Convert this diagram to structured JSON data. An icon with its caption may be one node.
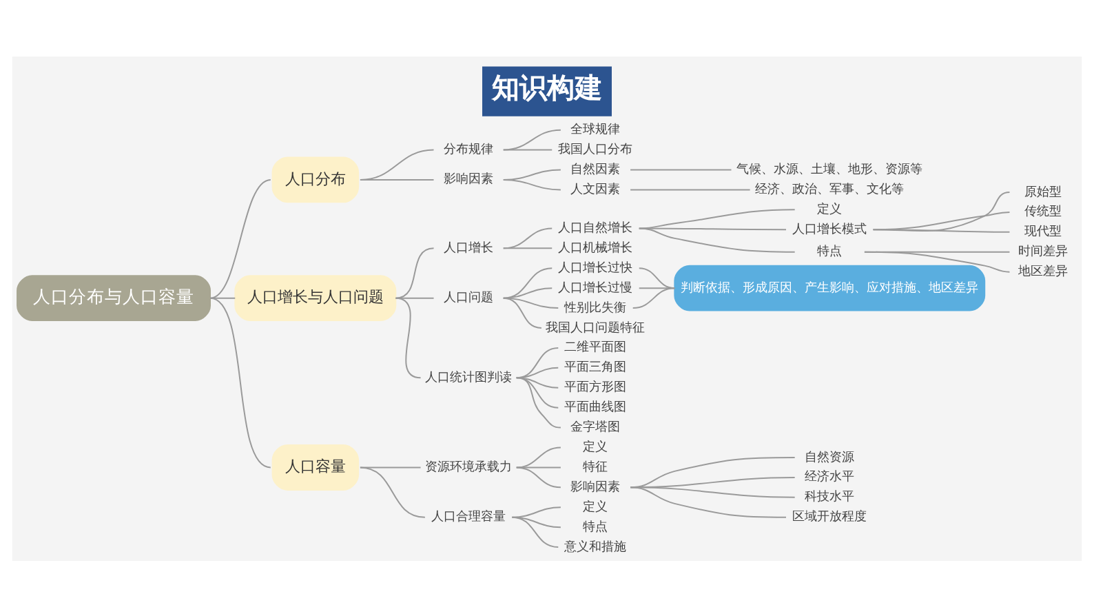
{
  "diagram": {
    "title": "知识构建",
    "nodes": [
      {
        "text": [
          "人口分布与人口容量"
        ]
      },
      {
        "text": [
          "人口分布"
        ]
      },
      {
        "text": [
          "分布规律"
        ]
      },
      {
        "text": [
          "全球规律"
        ]
      },
      {
        "text": [
          "我国人口分布"
        ]
      },
      {
        "text": [
          "影响因素"
        ]
      },
      {
        "text": [
          "自然因素"
        ]
      },
      {
        "text": [
          "气候、水源、土壤、地形、资源等"
        ]
      },
      {
        "text": [
          "人文因素"
        ]
      },
      {
        "text": [
          "经济、政治、军事、文化等"
        ]
      },
      {
        "text": [
          "人口增长与人口问题"
        ]
      },
      {
        "text": [
          "人口增长"
        ]
      },
      {
        "text": [
          "人口自然增长"
        ]
      },
      {
        "text": [
          "定义"
        ]
      },
      {
        "text": [
          "人口增长模式"
        ]
      },
      {
        "text": [
          "原始型"
        ]
      },
      {
        "text": [
          "传统型"
        ]
      },
      {
        "text": [
          "现代型"
        ]
      },
      {
        "text": [
          "特点"
        ]
      },
      {
        "text": [
          "时间差异"
        ]
      },
      {
        "text": [
          "地区差异"
        ]
      },
      {
        "text": [
          "人口机械增长"
        ]
      },
      {
        "text": [
          "人口问题"
        ]
      },
      {
        "text": [
          "人口增长过快"
        ]
      },
      {
        "text": [
          "人口增长过慢"
        ]
      },
      {
        "text": [
          "性别比失衡"
        ]
      },
      {
        "text": [
          "判断依据、形成原因、产生影响、应对措施、地区差异"
        ]
      },
      {
        "text": [
          "我国人口问题特征"
        ]
      },
      {
        "text": [
          "人口统计图判读"
        ]
      },
      {
        "text": [
          "二维平面图"
        ]
      },
      {
        "text": [
          "平面三角图"
        ]
      },
      {
        "text": [
          "平面方形图"
        ]
      },
      {
        "text": [
          "平面曲线图"
        ]
      },
      {
        "text": [
          "金字塔图"
        ]
      },
      {
        "text": [
          "人口容量"
        ]
      },
      {
        "text": [
          "资源环境承载力"
        ]
      },
      {
        "text": [
          "定义"
        ]
      },
      {
        "text": [
          "特征"
        ]
      },
      {
        "text": [
          "影响因素"
        ]
      },
      {
        "text": [
          "自然资源"
        ]
      },
      {
        "text": [
          "经济水平"
        ]
      },
      {
        "text": [
          "科技水平"
        ]
      },
      {
        "text": [
          "区域开放程度"
        ]
      },
      {
        "text": [
          "人口合理容量"
        ]
      },
      {
        "text": [
          "定义"
        ]
      },
      {
        "text": [
          "特点"
        ]
      },
      {
        "text": [
          "意义和措施"
        ]
      }
    ],
    "edges": [
      {
        "from": 0,
        "to": 1,
        "arrow": "none"
      },
      {
        "from": 1,
        "to": 2,
        "arrow": "none"
      },
      {
        "from": 2,
        "to": 3,
        "arrow": "none"
      },
      {
        "from": 2,
        "to": 4,
        "arrow": "none"
      },
      {
        "from": 1,
        "to": 5,
        "arrow": "none"
      },
      {
        "from": 5,
        "to": 6,
        "arrow": "none"
      },
      {
        "from": 6,
        "to": 7,
        "arrow": "none"
      },
      {
        "from": 5,
        "to": 8,
        "arrow": "none"
      },
      {
        "from": 8,
        "to": 9,
        "arrow": "none"
      },
      {
        "from": 0,
        "to": 10,
        "arrow": "none"
      },
      {
        "from": 10,
        "to": 11,
        "arrow": "none"
      },
      {
        "from": 11,
        "to": 12,
        "arrow": "none"
      },
      {
        "from": 12,
        "to": 13,
        "arrow": "none"
      },
      {
        "from": 12,
        "to": 14,
        "arrow": "none"
      },
      {
        "from": 14,
        "to": 15,
        "arrow": "none"
      },
      {
        "from": 14,
        "to": 16,
        "arrow": "none"
      },
      {
        "from": 14,
        "to": 17,
        "arrow": "none"
      },
      {
        "from": 12,
        "to": 18,
        "arrow": "none"
      },
      {
        "from": 18,
        "to": 19,
        "arrow": "none"
      },
      {
        "from": 18,
        "to": 20,
        "arrow": "none"
      },
      {
        "from": 11,
        "to": 21,
        "arrow": "none"
      },
      {
        "from": 10,
        "to": 22,
        "arrow": "none"
      },
      {
        "from": 22,
        "to": 23,
        "arrow": "none"
      },
      {
        "from": 22,
        "to": 24,
        "arrow": "none"
      },
      {
        "from": 22,
        "to": 25,
        "arrow": "none"
      },
      {
        "from": 23,
        "to": 26,
        "arrow": "none"
      },
      {
        "from": 24,
        "to": 26,
        "arrow": "none"
      },
      {
        "from": 25,
        "to": 26,
        "arrow": "none"
      },
      {
        "from": 22,
        "to": 27,
        "arrow": "none"
      },
      {
        "from": 10,
        "to": 28,
        "arrow": "none"
      },
      {
        "from": 28,
        "to": 29,
        "arrow": "none"
      },
      {
        "from": 28,
        "to": 30,
        "arrow": "none"
      },
      {
        "from": 28,
        "to": 31,
        "arrow": "none"
      },
      {
        "from": 28,
        "to": 32,
        "arrow": "none"
      },
      {
        "from": 28,
        "to": 33,
        "arrow": "none"
      },
      {
        "from": 0,
        "to": 34,
        "arrow": "none"
      },
      {
        "from": 34,
        "to": 35,
        "arrow": "none"
      },
      {
        "from": 35,
        "to": 36,
        "arrow": "none"
      },
      {
        "from": 35,
        "to": 37,
        "arrow": "none"
      },
      {
        "from": 35,
        "to": 38,
        "arrow": "none"
      },
      {
        "from": 38,
        "to": 39,
        "arrow": "none"
      },
      {
        "from": 38,
        "to": 40,
        "arrow": "none"
      },
      {
        "from": 38,
        "to": 41,
        "arrow": "none"
      },
      {
        "from": 38,
        "to": 42,
        "arrow": "none"
      },
      {
        "from": 34,
        "to": 43,
        "arrow": "none"
      },
      {
        "from": 43,
        "to": 44,
        "arrow": "none"
      },
      {
        "from": 43,
        "to": 45,
        "arrow": "none"
      },
      {
        "from": 43,
        "to": 46,
        "arrow": "none"
      }
    ]
  }
}
